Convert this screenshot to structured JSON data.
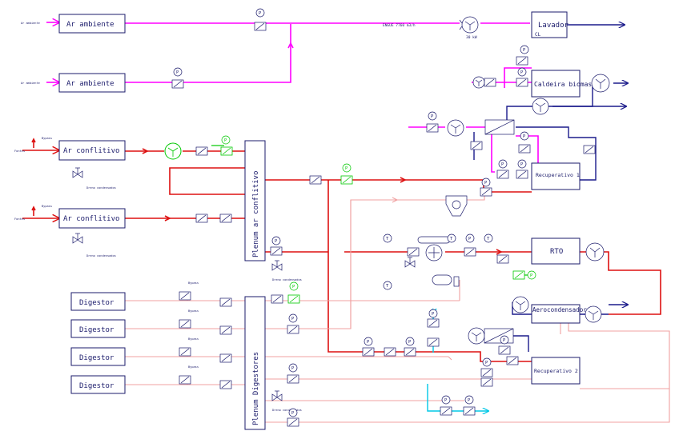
{
  "diagram": {
    "boxes": {
      "ar_ambiente_1": "Ar ambiente",
      "ar_ambiente_2": "Ar ambiente",
      "ar_conflitivo_1": "Ar conflitivo",
      "ar_conflitivo_2": "Ar conflitivo",
      "digestor_1": "Digestor",
      "digestor_2": "Digestor",
      "digestor_3": "Digestor",
      "digestor_4": "Digestor",
      "plenum_ar_conflitivo": "Plenum ar conflitivo",
      "plenum_digestores": "Plenum Digestores",
      "lavador": "Lavador",
      "caldeira_biomassa": "Caldeira biomassa",
      "recuperativo_1": "Recuperativo 1",
      "rto": "RTO",
      "aerocondensador": "Aerocondensador",
      "recuperativo_2": "Recuperativo 2"
    },
    "small_labels": {
      "ar_ambiente_in_1": "Ar ambiente",
      "ar_ambiente_in_2": "Ar ambiente",
      "fontes_1": "Fontes",
      "fontes_2": "Fontes",
      "bypass_1": "Bypass",
      "bypass_2": "Bypass",
      "bypass_dig_1": "Bypass",
      "bypass_dig_2": "Bypass",
      "bypass_dig_3": "Bypass",
      "bypass_dig_4": "Bypass",
      "dreno_1": "Dreno condensados",
      "dreno_2": "Dreno condensados",
      "dreno_3": "Dreno condensados",
      "dreno_4": "Dreno condensados",
      "flow_label": "ENGUE 7760 m3/h",
      "fan_power": "30 kW",
      "lavador_tag": "CL"
    },
    "instrument_letters": {
      "pressure": "P",
      "temperature": "T"
    },
    "colors": {
      "ambient_air": "#ff00ff",
      "conflictive_air": "#dd1111",
      "digestor_air": "#f0a0a0",
      "clean_exhaust": "#1b1b8b",
      "water": "#00c8e6",
      "analyzer": "#00c800"
    }
  }
}
